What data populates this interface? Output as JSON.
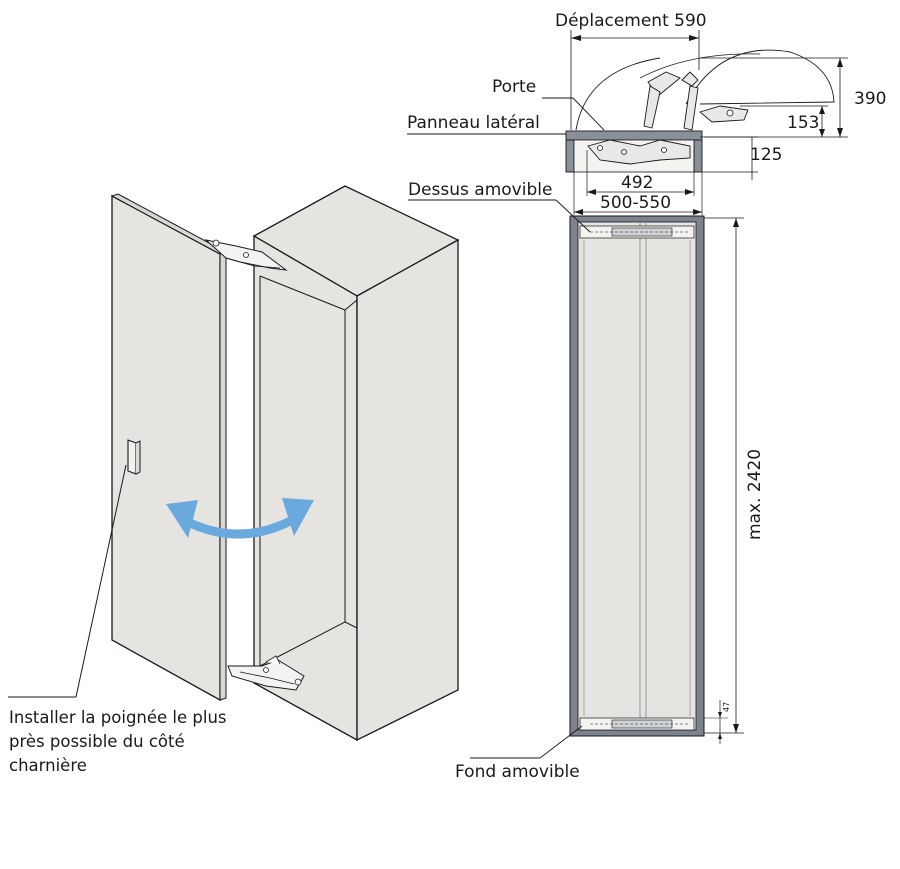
{
  "labels": {
    "deplacement": "Déplacement 590",
    "porte": "Porte",
    "panneau": "Panneau latéral",
    "dessus": "Dessus amovible",
    "fond": "Fond amovible",
    "installer_line1": "Installer la poignée le plus",
    "installer_line2": "près possible du côté",
    "installer_line3": "charnière"
  },
  "dimensions": {
    "d390": "390",
    "d153": "153",
    "d125": "125",
    "d492": "492",
    "d500_550": "500-550",
    "height": "max. 2420",
    "d47": "47"
  },
  "colors": {
    "panel": "#e6e4e1",
    "line": "#1a1a1a",
    "arrow": "#6aa9dd",
    "frame": "#7d838c"
  }
}
